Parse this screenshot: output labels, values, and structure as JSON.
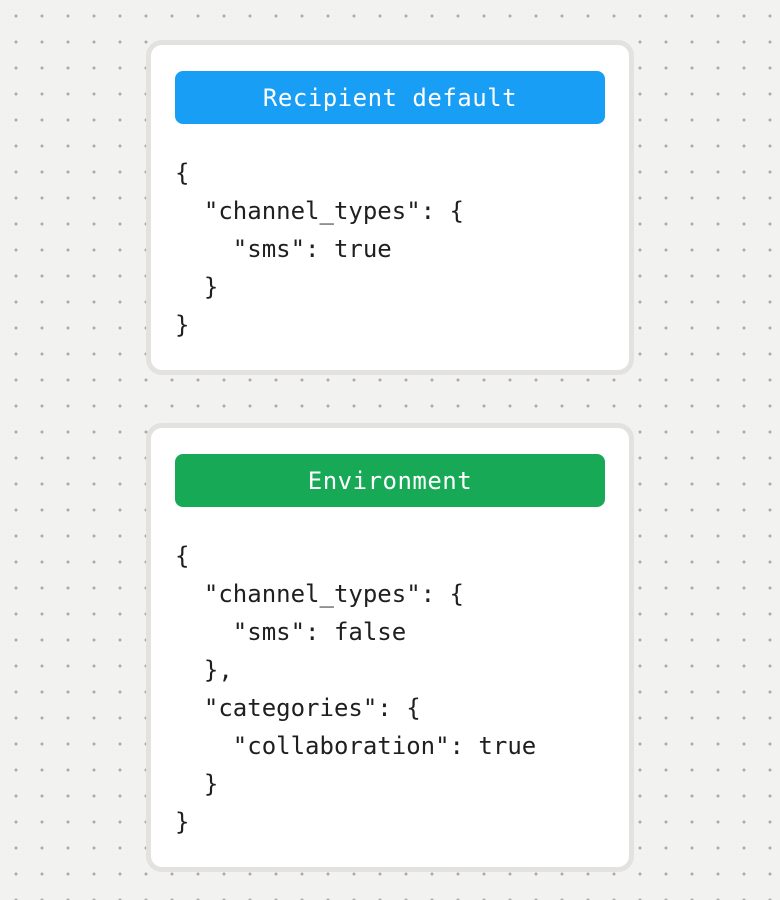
{
  "canvas": {
    "background_color": "#f2f2f0",
    "dot_color": "#aeacaa",
    "card_border_color": "#e3e2e0",
    "code_text_color": "#1f1f21"
  },
  "cards": [
    {
      "id": "recipient-default",
      "badge": {
        "label": "Recipient default",
        "background": "#189ef5",
        "text_color": "#ffffff"
      },
      "code": "{\n  \"channel_types\": {\n    \"sms\": true\n  }\n}"
    },
    {
      "id": "environment",
      "badge": {
        "label": "Environment",
        "background": "#18a957",
        "text_color": "#ffffff"
      },
      "code": "{\n  \"channel_types\": {\n    \"sms\": false\n  },\n  \"categories\": {\n    \"collaboration\": true\n  }\n}"
    }
  ]
}
